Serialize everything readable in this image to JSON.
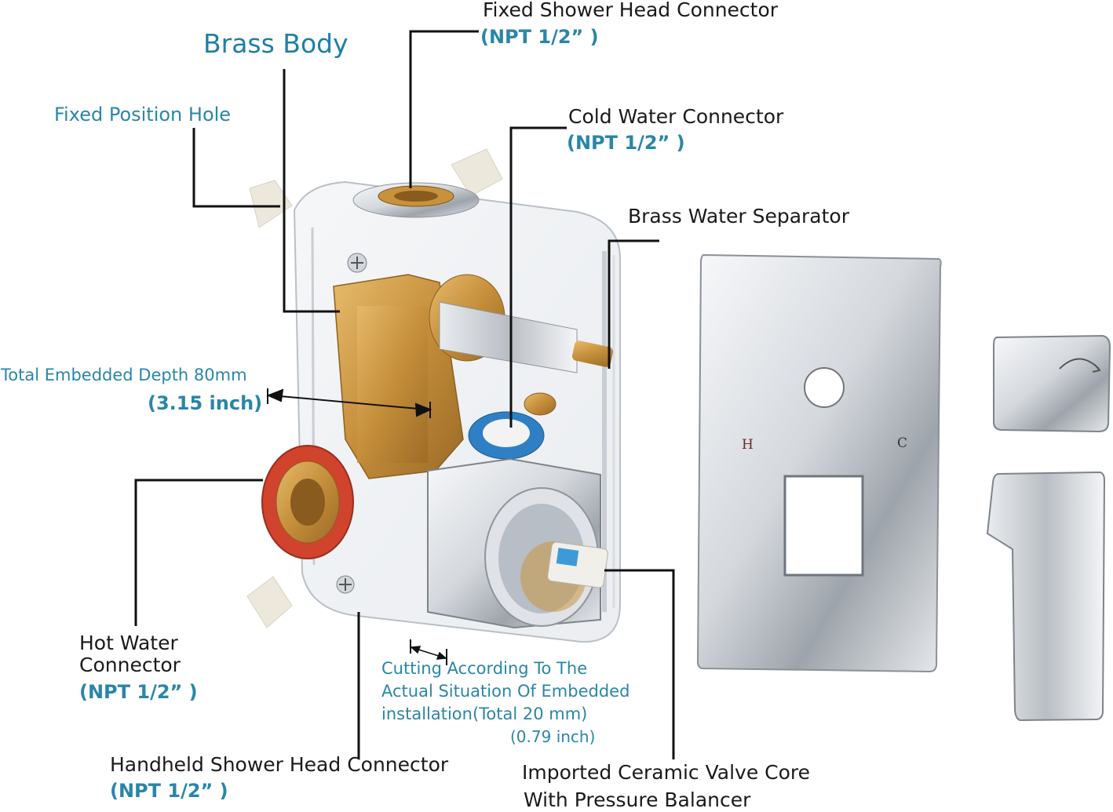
{
  "labels": {
    "brass_body": "Brass Body",
    "fixed_shower_head": "Fixed Shower Head Connector",
    "fixed_shower_head_npt": "(NPT 1/2” )",
    "fixed_position_hole": "Fixed Position Hole",
    "cold_water": "Cold Water Connector",
    "cold_water_npt": "(NPT 1/2” )",
    "brass_separator": "Brass Water Separator",
    "depth": "Total Embedded Depth 80mm",
    "depth_inch": "(3.15 inch)",
    "hot_water_1": "Hot Water",
    "hot_water_2": "Connector",
    "hot_water_npt": "(NPT 1/2” )",
    "cutting_1": "Cutting According To The",
    "cutting_2": "Actual Situation Of Embedded",
    "cutting_3": "installation(Total 20 mm)",
    "cutting_inch": "(0.79 inch)",
    "handheld": "Handheld Shower Head Connector",
    "handheld_npt": "(NPT 1/2” )",
    "valve_core_1": "Imported Ceramic Valve Core",
    "valve_core_2": "With Pressure Balancer"
  },
  "plate_marks": {
    "hot": "H",
    "cold": "C"
  },
  "colors": {
    "accent": "#2a86a8",
    "text": "#1a1a1a",
    "chrome": "#c9cdd2",
    "brass": "#c9953f",
    "hot_ring": "#d0432c",
    "cold_ring": "#2f7fc4"
  }
}
